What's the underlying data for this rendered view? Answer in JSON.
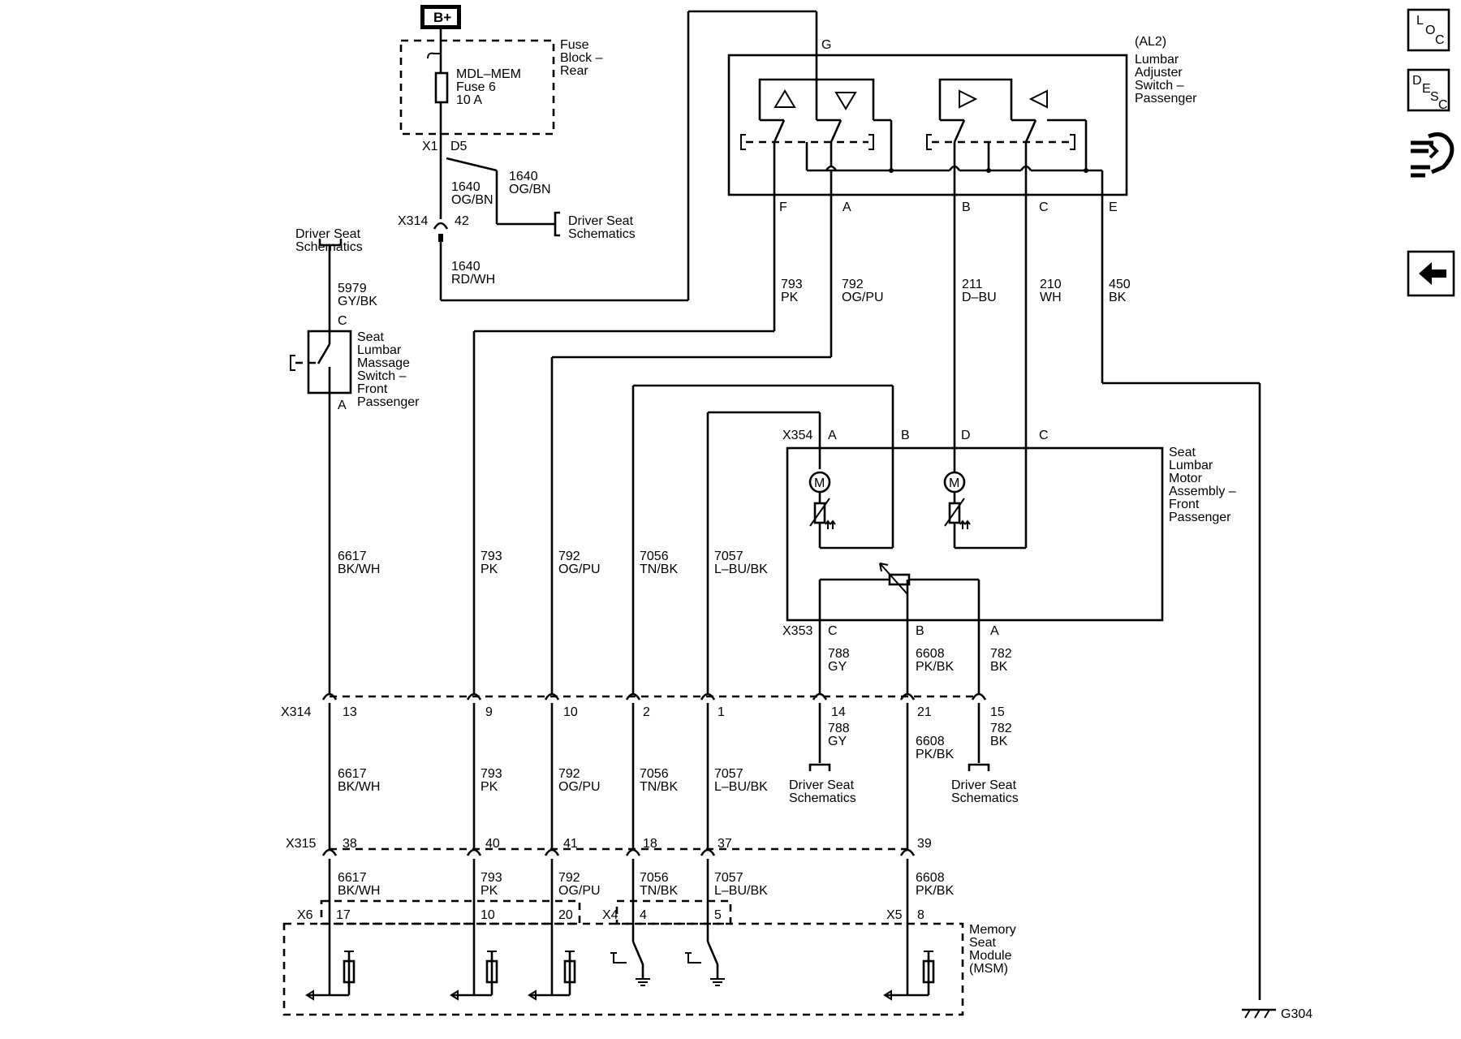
{
  "supply": {
    "label": "B+"
  },
  "fuse_block": {
    "name": [
      "Fuse",
      "Block –",
      "Rear"
    ],
    "fuse": [
      "MDL–MEM",
      "Fuse 6",
      "10 A"
    ],
    "conn_x1": "X1",
    "pin_d5": "D5"
  },
  "circuits_top": {
    "c1640a": [
      "1640",
      "OG/BN"
    ],
    "c1640b": [
      "1640",
      "OG/BN"
    ],
    "c1640c": [
      "1640",
      "RD/WH"
    ],
    "x314_conn": "X314",
    "x314_pin42": "42",
    "ref_driver_seat_top": [
      "Driver Seat",
      "Schematics"
    ]
  },
  "switch_al2": {
    "id": "(AL2)",
    "name": [
      "Lumbar",
      "Adjuster",
      "Switch –",
      "Passenger"
    ],
    "pin_g": "G",
    "pins": [
      "F",
      "A",
      "B",
      "C",
      "E"
    ]
  },
  "upper_wires": [
    {
      "num": "793",
      "color": "PK"
    },
    {
      "num": "792",
      "color": "OG/PU"
    },
    {
      "num": "211",
      "color": "D–BU"
    },
    {
      "num": "210",
      "color": "WH"
    },
    {
      "num": "450",
      "color": "BK"
    }
  ],
  "massage_switch": {
    "ref": [
      "Driver Seat",
      "Schematics"
    ],
    "wire": [
      "5979",
      "GY/BK"
    ],
    "pin_c": "C",
    "pin_a": "A",
    "name": [
      "Seat",
      "Lumbar",
      "Massage",
      "Switch –",
      "Front",
      "Passenger"
    ]
  },
  "motor_assembly": {
    "name": [
      "Seat",
      "Lumbar",
      "Motor",
      "Assembly –",
      "Front",
      "Passenger"
    ],
    "x354": "X354",
    "x354_pins": [
      "A",
      "B",
      "D",
      "C"
    ],
    "motor_label": "M",
    "x353": "X353",
    "x353_pins": [
      "C",
      "B",
      "A"
    ]
  },
  "mid_wires": [
    {
      "num": "6617",
      "color": "BK/WH"
    },
    {
      "num": "793",
      "color": "PK"
    },
    {
      "num": "792",
      "color": "OG/PU"
    },
    {
      "num": "7056",
      "color": "TN/BK"
    },
    {
      "num": "7057",
      "color": "L–BU/BK"
    }
  ],
  "x353_wires": [
    {
      "num": "788",
      "color": "GY"
    },
    {
      "num": "6608",
      "color": "PK/BK"
    },
    {
      "num": "782",
      "color": "BK"
    }
  ],
  "x314_row": {
    "conn": "X314",
    "pins": [
      "13",
      "9",
      "10",
      "2",
      "1",
      "14",
      "21",
      "15"
    ]
  },
  "between_wires": [
    {
      "num": "6617",
      "color": "BK/WH"
    },
    {
      "num": "793",
      "color": "PK"
    },
    {
      "num": "792",
      "color": "OG/PU"
    },
    {
      "num": "7056",
      "color": "TN/BK"
    },
    {
      "num": "7057",
      "color": "L–BU/BK"
    },
    {
      "num": "788",
      "color": "GY"
    },
    {
      "num": "6608",
      "color": "PK/BK"
    },
    {
      "num": "782",
      "color": "BK"
    }
  ],
  "refs_mid": [
    [
      "Driver Seat",
      "Schematics"
    ],
    [
      "Driver Seat",
      "Schematics"
    ]
  ],
  "x315_row": {
    "conn": "X315",
    "pins": [
      "38",
      "40",
      "41",
      "18",
      "37",
      "39"
    ]
  },
  "low_wires": [
    {
      "num": "6617",
      "color": "BK/WH"
    },
    {
      "num": "793",
      "color": "PK"
    },
    {
      "num": "792",
      "color": "OG/PU"
    },
    {
      "num": "7056",
      "color": "TN/BK"
    },
    {
      "num": "7057",
      "color": "L–BU/BK"
    },
    {
      "num": "6608",
      "color": "PK/BK"
    }
  ],
  "msm": {
    "name": [
      "Memory",
      "Seat",
      "Module",
      "(MSM)"
    ],
    "x6": "X6",
    "x6_pins": [
      "17",
      "10",
      "20"
    ],
    "x4": "X4",
    "x4_pins": [
      "4",
      "5"
    ],
    "x5": "X5",
    "x5_pins": [
      "8"
    ]
  },
  "ground": {
    "label": "G304"
  },
  "nav": {
    "loc": [
      "L",
      "O",
      "C"
    ],
    "desc": [
      "D",
      "E",
      "S",
      "C"
    ],
    "conn_icon": "connector-icon",
    "back_icon": "back-arrow-icon"
  }
}
